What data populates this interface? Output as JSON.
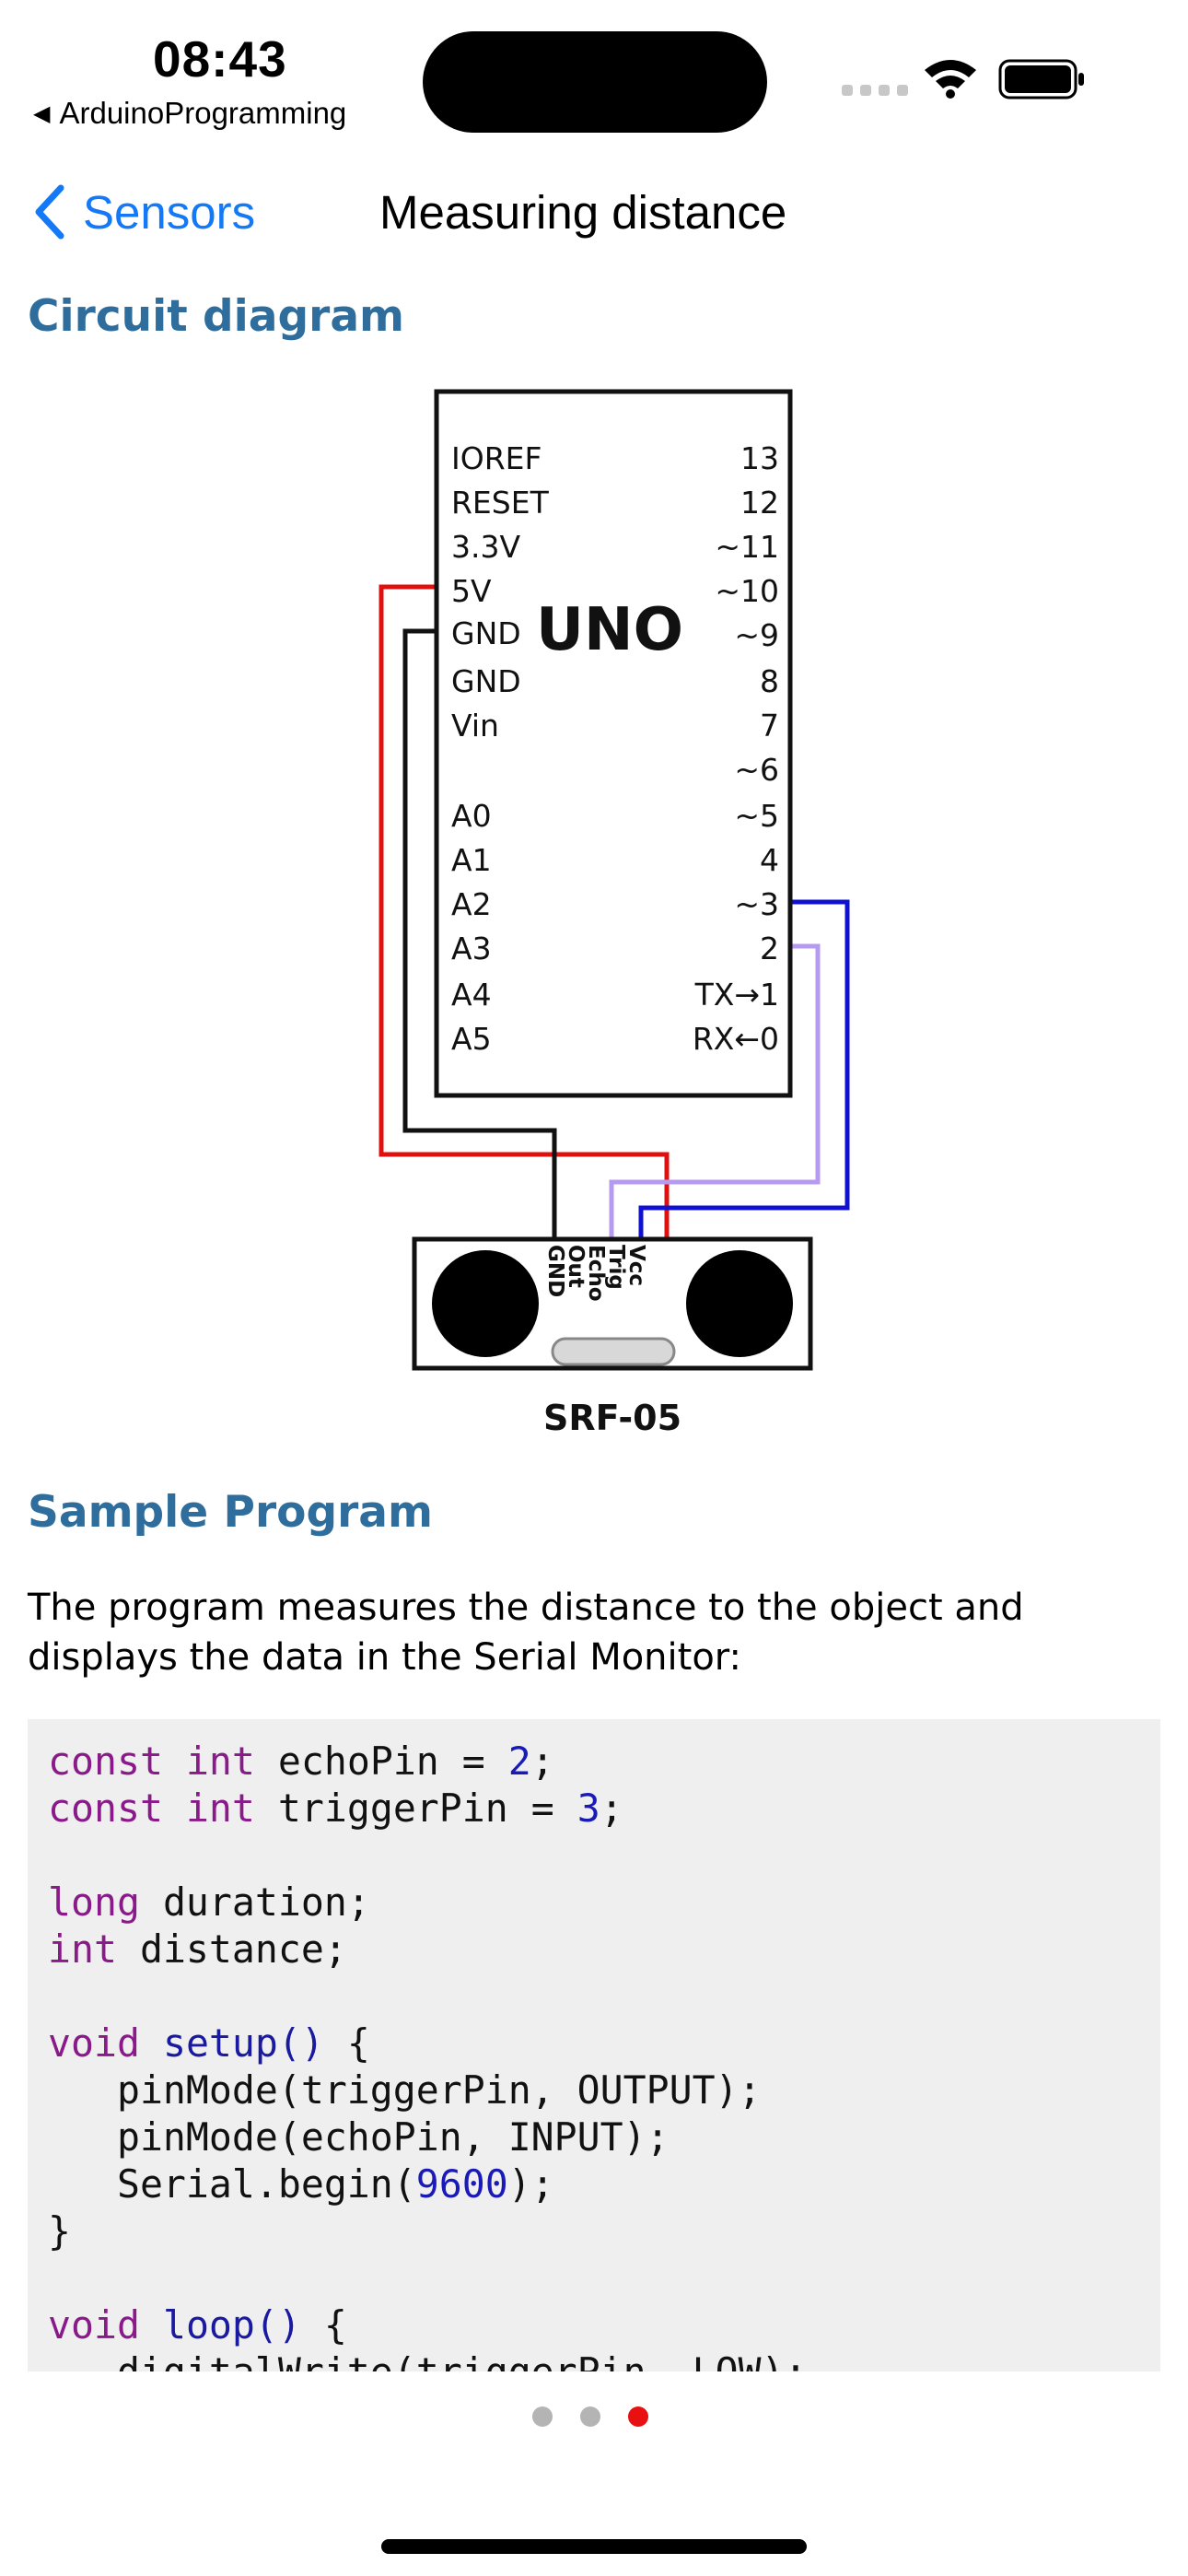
{
  "status_bar": {
    "time": "08:43",
    "back_app_label": "ArduinoProgramming"
  },
  "nav": {
    "back_label": "Sensors",
    "title": "Measuring distance"
  },
  "sections": {
    "circuit_heading": "Circuit diagram",
    "sample_heading": "Sample Program",
    "description": "The program measures the distance to the object and displays the data in the Serial Monitor:"
  },
  "diagram": {
    "board_name": "UNO",
    "left_pins": [
      "IOREF",
      "RESET",
      "3.3V",
      "5V",
      "GND",
      "GND",
      "Vin",
      "",
      "A0",
      "A1",
      "A2",
      "A3",
      "A4",
      "A5"
    ],
    "right_pins": [
      "13",
      "12",
      "~11",
      "~10",
      "~9",
      "8",
      "7",
      "~6",
      "~5",
      "4",
      "~3",
      "2",
      "TX→1",
      "RX←0"
    ],
    "sensor_name": "SRF-05",
    "sensor_pins": [
      "GND",
      "Out",
      "Echo",
      "Trig",
      "Vcc"
    ],
    "wire_colors": {
      "vcc": "#e01010",
      "gnd": "#111111",
      "trig": "#1010d0",
      "echo": "#b69af0"
    }
  },
  "code": {
    "lines": [
      "const int echoPin = 2;",
      "const int triggerPin = 3;",
      "",
      "long duration;",
      "int distance;",
      "",
      "void setup() {",
      "   pinMode(triggerPin, OUTPUT);",
      "   pinMode(echoPin, INPUT);",
      "   Serial.begin(9600);",
      "}",
      "",
      "void loop() {",
      "   digitalWrite(triggerPin, LOW);"
    ]
  },
  "pager": {
    "pages": 3,
    "current": 3
  },
  "colors": {
    "accent": "#1479f6",
    "heading": "#2f6e9c",
    "code_bg": "#efefef",
    "pager_active": "#e81010"
  }
}
